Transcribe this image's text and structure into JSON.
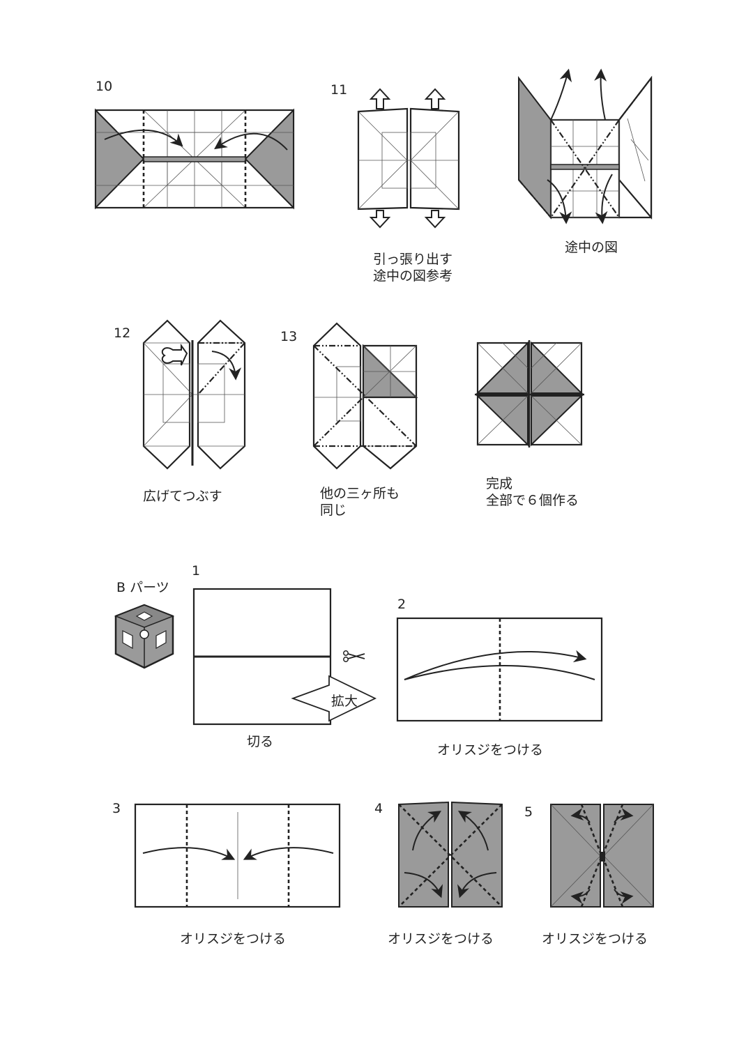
{
  "steps": {
    "s10": {
      "number": "10"
    },
    "s11": {
      "number": "11",
      "caption_line1": "引っ張り出す",
      "caption_line2": "途中の図参考"
    },
    "s11b": {
      "caption": "途中の図"
    },
    "s12": {
      "number": "12",
      "caption": "広げてつぶす"
    },
    "s13": {
      "number": "13",
      "caption_line1": "他の三ヶ所も",
      "caption_line2": "同じ"
    },
    "done": {
      "caption_line1": "完成",
      "caption_line2": "全部で６個作る"
    }
  },
  "partB": {
    "title": "B パーツ",
    "s1": {
      "number": "1",
      "caption": "切る",
      "enlarge_label": "拡大"
    },
    "s2": {
      "number": "2",
      "caption": "オリスジをつける"
    },
    "s3": {
      "number": "3",
      "caption": "オリスジをつける"
    },
    "s4": {
      "number": "4",
      "caption": "オリスジをつける"
    },
    "s5": {
      "number": "5",
      "caption": "オリスジをつける"
    }
  },
  "colors": {
    "ink": "#222222",
    "shade": "#9a9a9a",
    "paper": "#ffffff"
  }
}
